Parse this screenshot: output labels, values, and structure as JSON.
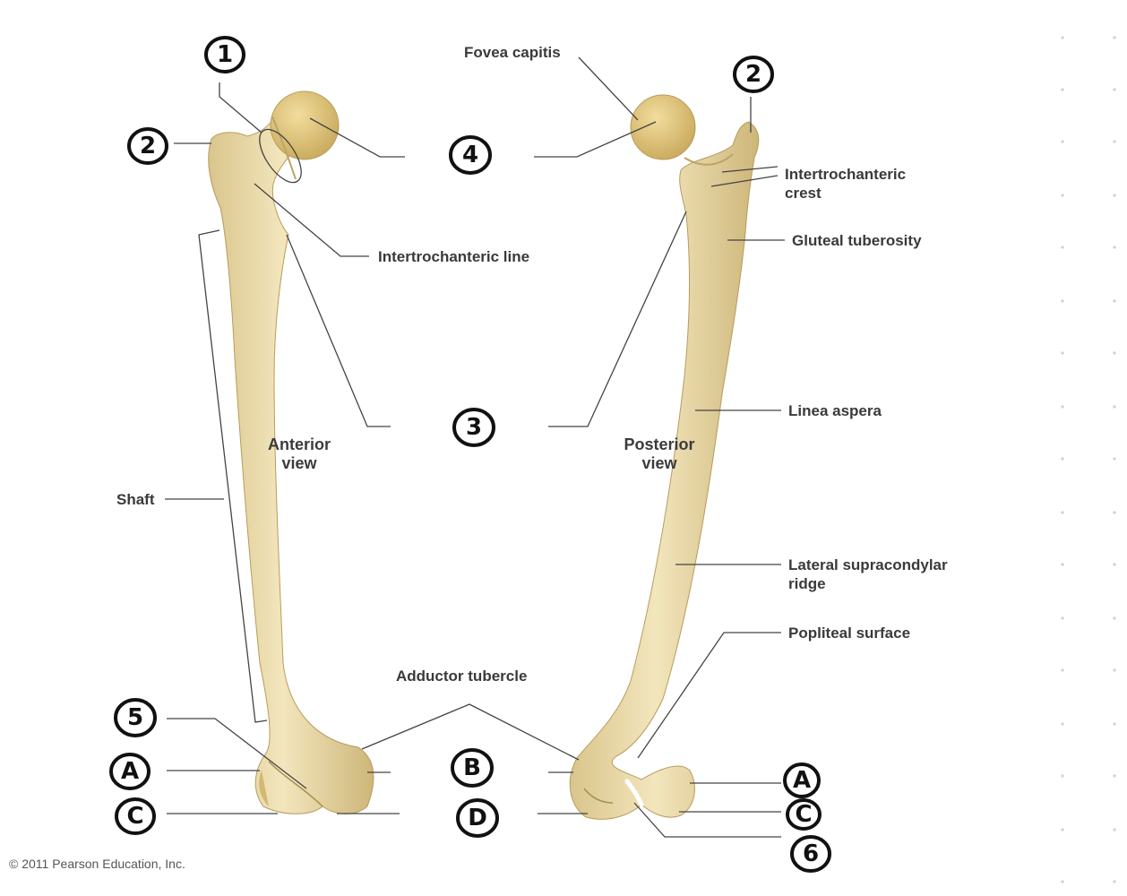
{
  "views": {
    "anterior": "Anterior\nview",
    "posterior": "Posterior\nview"
  },
  "labels": {
    "fovea_capitis": "Fovea capitis",
    "intertrochanteric_line": "Intertrochanteric line",
    "intertrochanteric_crest": "Intertrochanteric\ncrest",
    "gluteal_tuberosity": "Gluteal tuberosity",
    "linea_aspera": "Linea aspera",
    "shaft": "Shaft",
    "lateral_supracondylar_ridge": "Lateral supracondylar\nridge",
    "popliteal_surface": "Popliteal surface",
    "adductor_tubercle": "Adductor tubercle"
  },
  "handwritten_markers": {
    "m1": "1",
    "m2_left": "2",
    "m2_right": "2",
    "m3": "3",
    "m4": "4",
    "m5": "5",
    "mA_left": "A",
    "mC_left": "C",
    "mB": "B",
    "mD": "D",
    "mA_right": "A",
    "mC_right": "C",
    "m6": "6"
  },
  "copyright": "© 2011 Pearson Education, Inc.",
  "colors": {
    "bone": "#ecdba8",
    "bone_shadow": "#c9b57c",
    "line": "#444444",
    "marker": "#111111",
    "page": "#ffffff"
  }
}
